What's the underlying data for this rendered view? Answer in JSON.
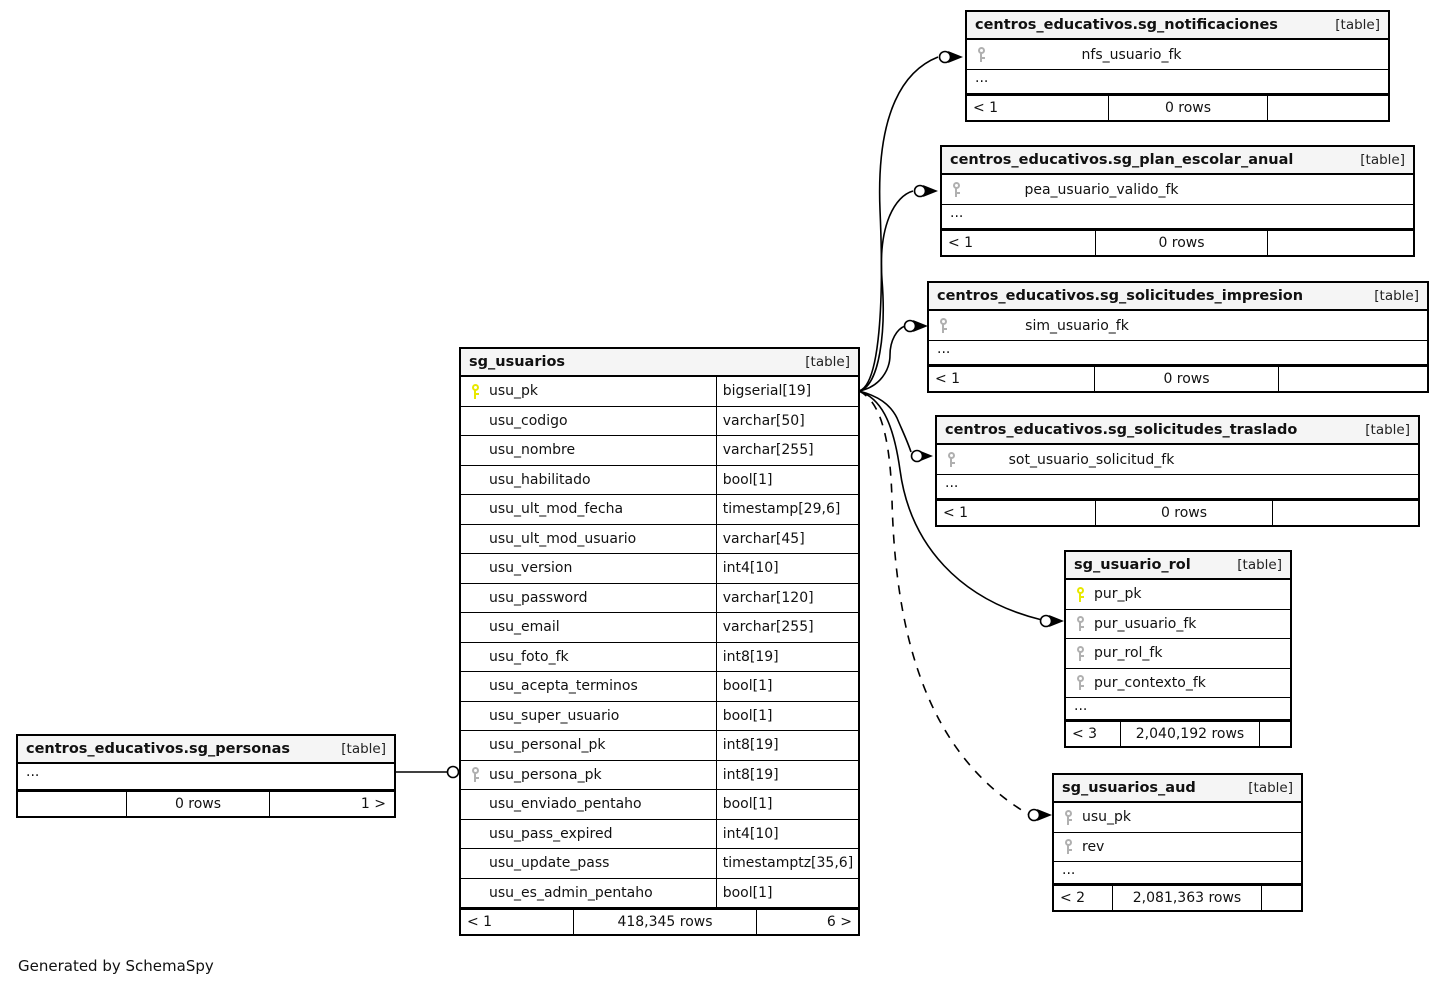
{
  "diagram": {
    "footer_note": "Generated by SchemaSpy",
    "table_tag": "[table]",
    "ellipsis": "...",
    "colors": {
      "pk_key": "#e8e800",
      "fk_key": "#b0b0b0",
      "header_bg": "#f5f5f5",
      "border": "#000000",
      "background": "#ffffff"
    }
  },
  "tables": {
    "sg_usuarios": {
      "title": "sg_usuarios",
      "type_tag": "[table]",
      "columns": [
        {
          "key": "pk",
          "name": "usu_pk",
          "type": "bigserial[19]"
        },
        {
          "key": "",
          "name": "usu_codigo",
          "type": "varchar[50]"
        },
        {
          "key": "",
          "name": "usu_nombre",
          "type": "varchar[255]"
        },
        {
          "key": "",
          "name": "usu_habilitado",
          "type": "bool[1]"
        },
        {
          "key": "",
          "name": "usu_ult_mod_fecha",
          "type": "timestamp[29,6]"
        },
        {
          "key": "",
          "name": "usu_ult_mod_usuario",
          "type": "varchar[45]"
        },
        {
          "key": "",
          "name": "usu_version",
          "type": "int4[10]"
        },
        {
          "key": "",
          "name": "usu_password",
          "type": "varchar[120]"
        },
        {
          "key": "",
          "name": "usu_email",
          "type": "varchar[255]"
        },
        {
          "key": "",
          "name": "usu_foto_fk",
          "type": "int8[19]"
        },
        {
          "key": "",
          "name": "usu_acepta_terminos",
          "type": "bool[1]"
        },
        {
          "key": "",
          "name": "usu_super_usuario",
          "type": "bool[1]"
        },
        {
          "key": "",
          "name": "usu_personal_pk",
          "type": "int8[19]"
        },
        {
          "key": "fk",
          "name": "usu_persona_pk",
          "type": "int8[19]"
        },
        {
          "key": "",
          "name": "usu_enviado_pentaho",
          "type": "bool[1]"
        },
        {
          "key": "",
          "name": "usu_pass_expired",
          "type": "int4[10]"
        },
        {
          "key": "",
          "name": "usu_update_pass",
          "type": "timestamptz[35,6]"
        },
        {
          "key": "",
          "name": "usu_es_admin_pentaho",
          "type": "bool[1]"
        }
      ],
      "footer": {
        "left": "< 1",
        "center": "418,345 rows",
        "right": "6 >"
      }
    },
    "sg_notificaciones": {
      "title": "centros_educativos.sg_notificaciones",
      "type_tag": "[table]",
      "columns": [
        {
          "key": "fk",
          "name": "nfs_usuario_fk",
          "type": ""
        }
      ],
      "footer": {
        "left": "< 1",
        "center": "0 rows",
        "right": ""
      }
    },
    "sg_plan_escolar_anual": {
      "title": "centros_educativos.sg_plan_escolar_anual",
      "type_tag": "[table]",
      "columns": [
        {
          "key": "fk",
          "name": "pea_usuario_valido_fk",
          "type": ""
        }
      ],
      "footer": {
        "left": "< 1",
        "center": "0 rows",
        "right": ""
      }
    },
    "sg_solicitudes_impresion": {
      "title": "centros_educativos.sg_solicitudes_impresion",
      "type_tag": "[table]",
      "columns": [
        {
          "key": "fk",
          "name": "sim_usuario_fk",
          "type": ""
        }
      ],
      "footer": {
        "left": "< 1",
        "center": "0 rows",
        "right": ""
      }
    },
    "sg_solicitudes_traslado": {
      "title": "centros_educativos.sg_solicitudes_traslado",
      "type_tag": "[table]",
      "columns": [
        {
          "key": "fk",
          "name": "sot_usuario_solicitud_fk",
          "type": ""
        }
      ],
      "footer": {
        "left": "< 1",
        "center": "0 rows",
        "right": ""
      }
    },
    "sg_usuario_rol": {
      "title": "sg_usuario_rol",
      "type_tag": "[table]",
      "columns": [
        {
          "key": "pk",
          "name": "pur_pk",
          "type": ""
        },
        {
          "key": "fk",
          "name": "pur_usuario_fk",
          "type": ""
        },
        {
          "key": "fk",
          "name": "pur_rol_fk",
          "type": ""
        },
        {
          "key": "fk",
          "name": "pur_contexto_fk",
          "type": ""
        }
      ],
      "footer": {
        "left": "< 3",
        "center": "2,040,192 rows",
        "right": ""
      }
    },
    "sg_usuarios_aud": {
      "title": "sg_usuarios_aud",
      "type_tag": "[table]",
      "columns": [
        {
          "key": "fk",
          "name": "usu_pk",
          "type": ""
        },
        {
          "key": "fk",
          "name": "rev",
          "type": ""
        }
      ],
      "footer": {
        "left": "< 2",
        "center": "2,081,363 rows",
        "right": ""
      }
    },
    "sg_personas": {
      "title": "centros_educativos.sg_personas",
      "type_tag": "[table]",
      "columns": [],
      "footer": {
        "left": "",
        "center": "0 rows",
        "right": "1 >"
      }
    }
  },
  "relationships": [
    {
      "from": "sg_usuarios.usu_pk",
      "to": "sg_notificaciones.nfs_usuario_fk",
      "style": "solid"
    },
    {
      "from": "sg_usuarios.usu_pk",
      "to": "sg_plan_escolar_anual.pea_usuario_valido_fk",
      "style": "solid"
    },
    {
      "from": "sg_usuarios.usu_pk",
      "to": "sg_solicitudes_impresion.sim_usuario_fk",
      "style": "solid"
    },
    {
      "from": "sg_usuarios.usu_pk",
      "to": "sg_solicitudes_traslado.sot_usuario_solicitud_fk",
      "style": "solid"
    },
    {
      "from": "sg_usuarios.usu_pk",
      "to": "sg_usuario_rol.pur_usuario_fk",
      "style": "solid"
    },
    {
      "from": "sg_usuarios.usu_pk",
      "to": "sg_usuarios_aud.usu_pk",
      "style": "dashed"
    },
    {
      "from": "sg_personas",
      "to": "sg_usuarios.usu_persona_pk",
      "style": "solid"
    }
  ]
}
